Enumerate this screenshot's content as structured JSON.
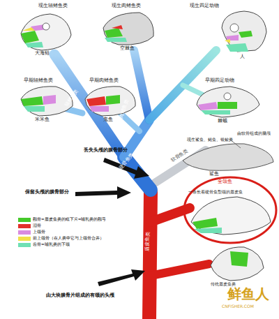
{
  "diagram": {
    "nodes": [
      {
        "text": [
          "全颌鱼",
          "一条长着硬骨鱼型颌的盾皮鱼"
        ]
      }
    ],
    "labels": [
      "现生辐鳍鱼类",
      "大海鲢",
      "现生肉鳍鱼类",
      "空棘鱼",
      "现生四足动物",
      "人",
      "早期辐鳍鱼类",
      "米米鱼",
      "早期肉鳍鱼类",
      "鬼鱼",
      "早期四足动物",
      "棘螈",
      "由软骨组成的脑颅",
      "现生鲨鱼、鳐鱼、银鲛类",
      "鲨鱼",
      "辐鳍鱼类",
      "肉鳍鱼类",
      "四足动物",
      "硬骨鱼类",
      "软骨鱼类",
      "盾皮鱼类",
      "丢失头颅的膜骨部分",
      "保留头颅的膜骨部分",
      "由大块膜骨片组成的有颌的头颅",
      "传统盾皮鱼类",
      "鲜鱼人",
      "CNFISHER.COM"
    ],
    "legend": [
      {
        "text": "颧骨=盾皮鱼类的眶下片=哺乳类的颧弓",
        "color": "#45c92a"
      },
      {
        "text": "泪骨",
        "color": "#e2302a"
      },
      {
        "text": "上颌骨",
        "color": "#d98be0"
      },
      {
        "text": "前上颌骨（在人类中它与上颌骨合并）",
        "color": "#f2e04a"
      },
      {
        "text": "齿骨=哺乳类的下颌",
        "color": "#6fe0b4"
      }
    ]
  }
}
